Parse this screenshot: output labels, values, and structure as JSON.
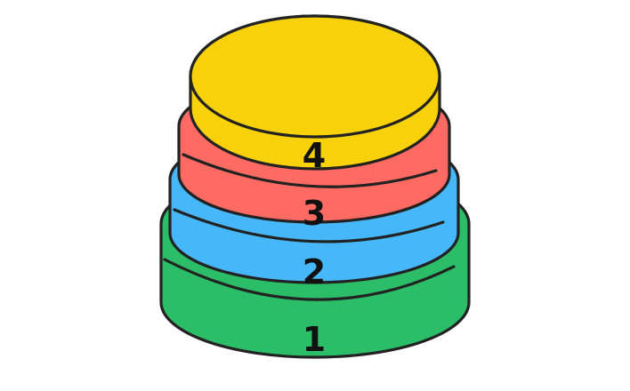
{
  "diagram": {
    "type": "stacked-tiers",
    "tiers": [
      {
        "label": "1",
        "color": "#2BBD68"
      },
      {
        "label": "2",
        "color": "#46B8FA"
      },
      {
        "label": "3",
        "color": "#FF6B63"
      },
      {
        "label": "4",
        "color": "#F7D10A"
      }
    ],
    "outline_color": "#222222",
    "background": "#FFFFFF"
  }
}
